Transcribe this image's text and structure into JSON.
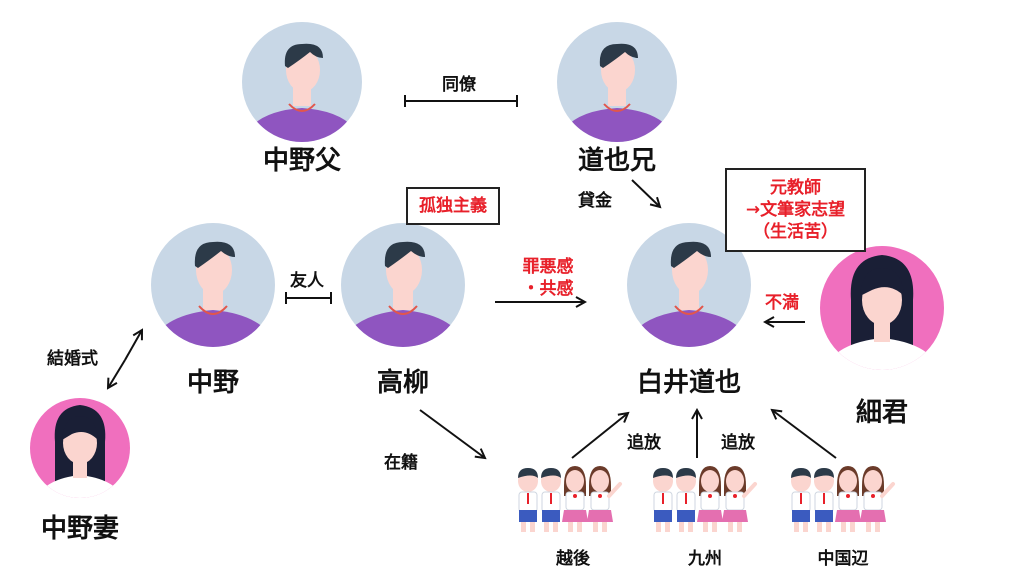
{
  "colors": {
    "male_bg": "#c8d7e6",
    "male_shirt": "#8f55c0",
    "male_hair": "#2c3a48",
    "female_bg": "#f06fbe",
    "skin": "#fbd5cf",
    "arrow": "#111111",
    "note_red": "#e8202a"
  },
  "people": [
    {
      "id": "nakano_father",
      "name": "中野父",
      "type": "male"
    },
    {
      "id": "michiya_brother",
      "name": "道也兄",
      "type": "male"
    },
    {
      "id": "nakano",
      "name": "中野",
      "type": "male"
    },
    {
      "id": "takayanagi",
      "name": "高柳",
      "type": "male"
    },
    {
      "id": "shirai_michiya",
      "name": "白井道也",
      "type": "male"
    },
    {
      "id": "hosokun",
      "name": "細君",
      "type": "female"
    },
    {
      "id": "nakano_wife",
      "name": "中野妻",
      "type": "female"
    }
  ],
  "groups": [
    {
      "id": "echigo",
      "name": "越後"
    },
    {
      "id": "kyushu",
      "name": "九州"
    },
    {
      "id": "chugoku",
      "name": "中国辺"
    }
  ],
  "relations": {
    "colleague": "同僚",
    "loan": "貸金",
    "friend": "友人",
    "wedding": "結婚式",
    "enrolled": "在籍",
    "expelled_1": "追放",
    "expelled_2": "追放",
    "guilt_1": "罪悪感",
    "guilt_2": "・共感",
    "dissatisfaction": "不満"
  },
  "notes": {
    "takayanagi_note": "孤独主義",
    "michiya_note": [
      "元教師",
      "→文筆家志望",
      "（生活苦）"
    ]
  }
}
